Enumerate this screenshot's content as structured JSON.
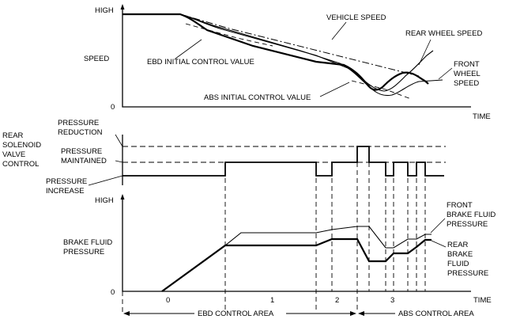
{
  "speed_graph": {
    "high_label": "HIGH",
    "zero_label": "0",
    "y_label": "SPEED",
    "time_label": "TIME",
    "vehicle_speed_label": "VEHICLE SPEED",
    "rear_wheel_speed_label": "REAR WHEEL SPEED",
    "front_wheel_speed_label": [
      "FRONT",
      "WHEEL",
      "SPEED"
    ],
    "ebd_initial_label": "EBD INITIAL CONTROL VALUE",
    "abs_initial_label": "ABS INITIAL CONTROL VALUE"
  },
  "valve_graph": {
    "title_lines": [
      "REAR",
      "SOLENOID",
      "VALVE",
      "CONTROL"
    ],
    "reduction_label": [
      "PRESSURE",
      "REDUCTION"
    ],
    "maintained_label": [
      "PRESSURE",
      "MAINTAINED"
    ],
    "increase_label": [
      "PRESSURE",
      "INCREASE"
    ]
  },
  "pressure_graph": {
    "high_label": "HIGH",
    "zero_label": "0",
    "time_label": "TIME",
    "y_label": [
      "BRAKE FLUID",
      "PRESSURE"
    ],
    "front_label": [
      "FRONT",
      "BRAKE FLUID",
      "PRESSURE"
    ],
    "rear_label": [
      "REAR",
      "BRAKE",
      "FLUID",
      "PRESSURE"
    ]
  },
  "phases": [
    "0",
    "1",
    "2",
    "3"
  ],
  "areas": {
    "ebd": "EBD CONTROL AREA",
    "abs": "ABS CONTROL AREA"
  }
}
